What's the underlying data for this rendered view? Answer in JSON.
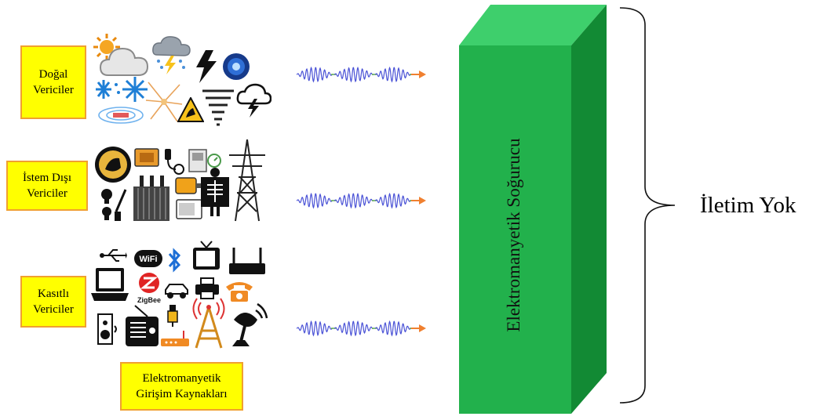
{
  "sources": {
    "natural": {
      "line1": "Doğal",
      "line2": "Vericiler"
    },
    "unintentional": {
      "line1": "İstem Dışı",
      "line2": "Vericiler"
    },
    "intentional": {
      "line1": "Kasıtlı",
      "line2": "Vericiler"
    }
  },
  "caption": {
    "line1": "Elektromanyetik",
    "line2": "Girişim Kaynakları"
  },
  "absorber": {
    "label": "Elektromanyetik Soğurucu"
  },
  "result": {
    "label": "İletim Yok"
  },
  "colors": {
    "label_fill": "#ffff00",
    "label_border": "#f0a030",
    "absorber_front": "#22b14c",
    "absorber_top": "#3ecf6c",
    "absorber_side": "#128a34",
    "wave_blue": "#4a52d6",
    "wave_green": "#5fae4a",
    "arrow": "#f08030"
  },
  "icons": {
    "natural": [
      "sun-icon",
      "cloud-icon",
      "storm-cloud-icon",
      "lightning-icon",
      "sphere-icon",
      "snowflake-icon",
      "electrostatic-discharge-icon",
      "magnetic-field-icon",
      "tornado-icon",
      "thunder-cloud-icon"
    ],
    "unintentional": [
      "welder-icon",
      "generator-icon",
      "plug-icon",
      "relay-icon",
      "transformer-icon",
      "motor-icon",
      "xray-icon",
      "power-tower-icon",
      "bulb-icon",
      "microwave-icon"
    ],
    "intentional": [
      "usb-icon",
      "wifi-icon",
      "bluetooth-icon",
      "tv-icon",
      "router-icon",
      "laptop-icon",
      "zigbee-icon",
      "car-icon",
      "printer-icon",
      "phone-icon",
      "speaker-icon",
      "radio-icon",
      "antenna-tower-icon",
      "satellite-dish-icon"
    ]
  }
}
